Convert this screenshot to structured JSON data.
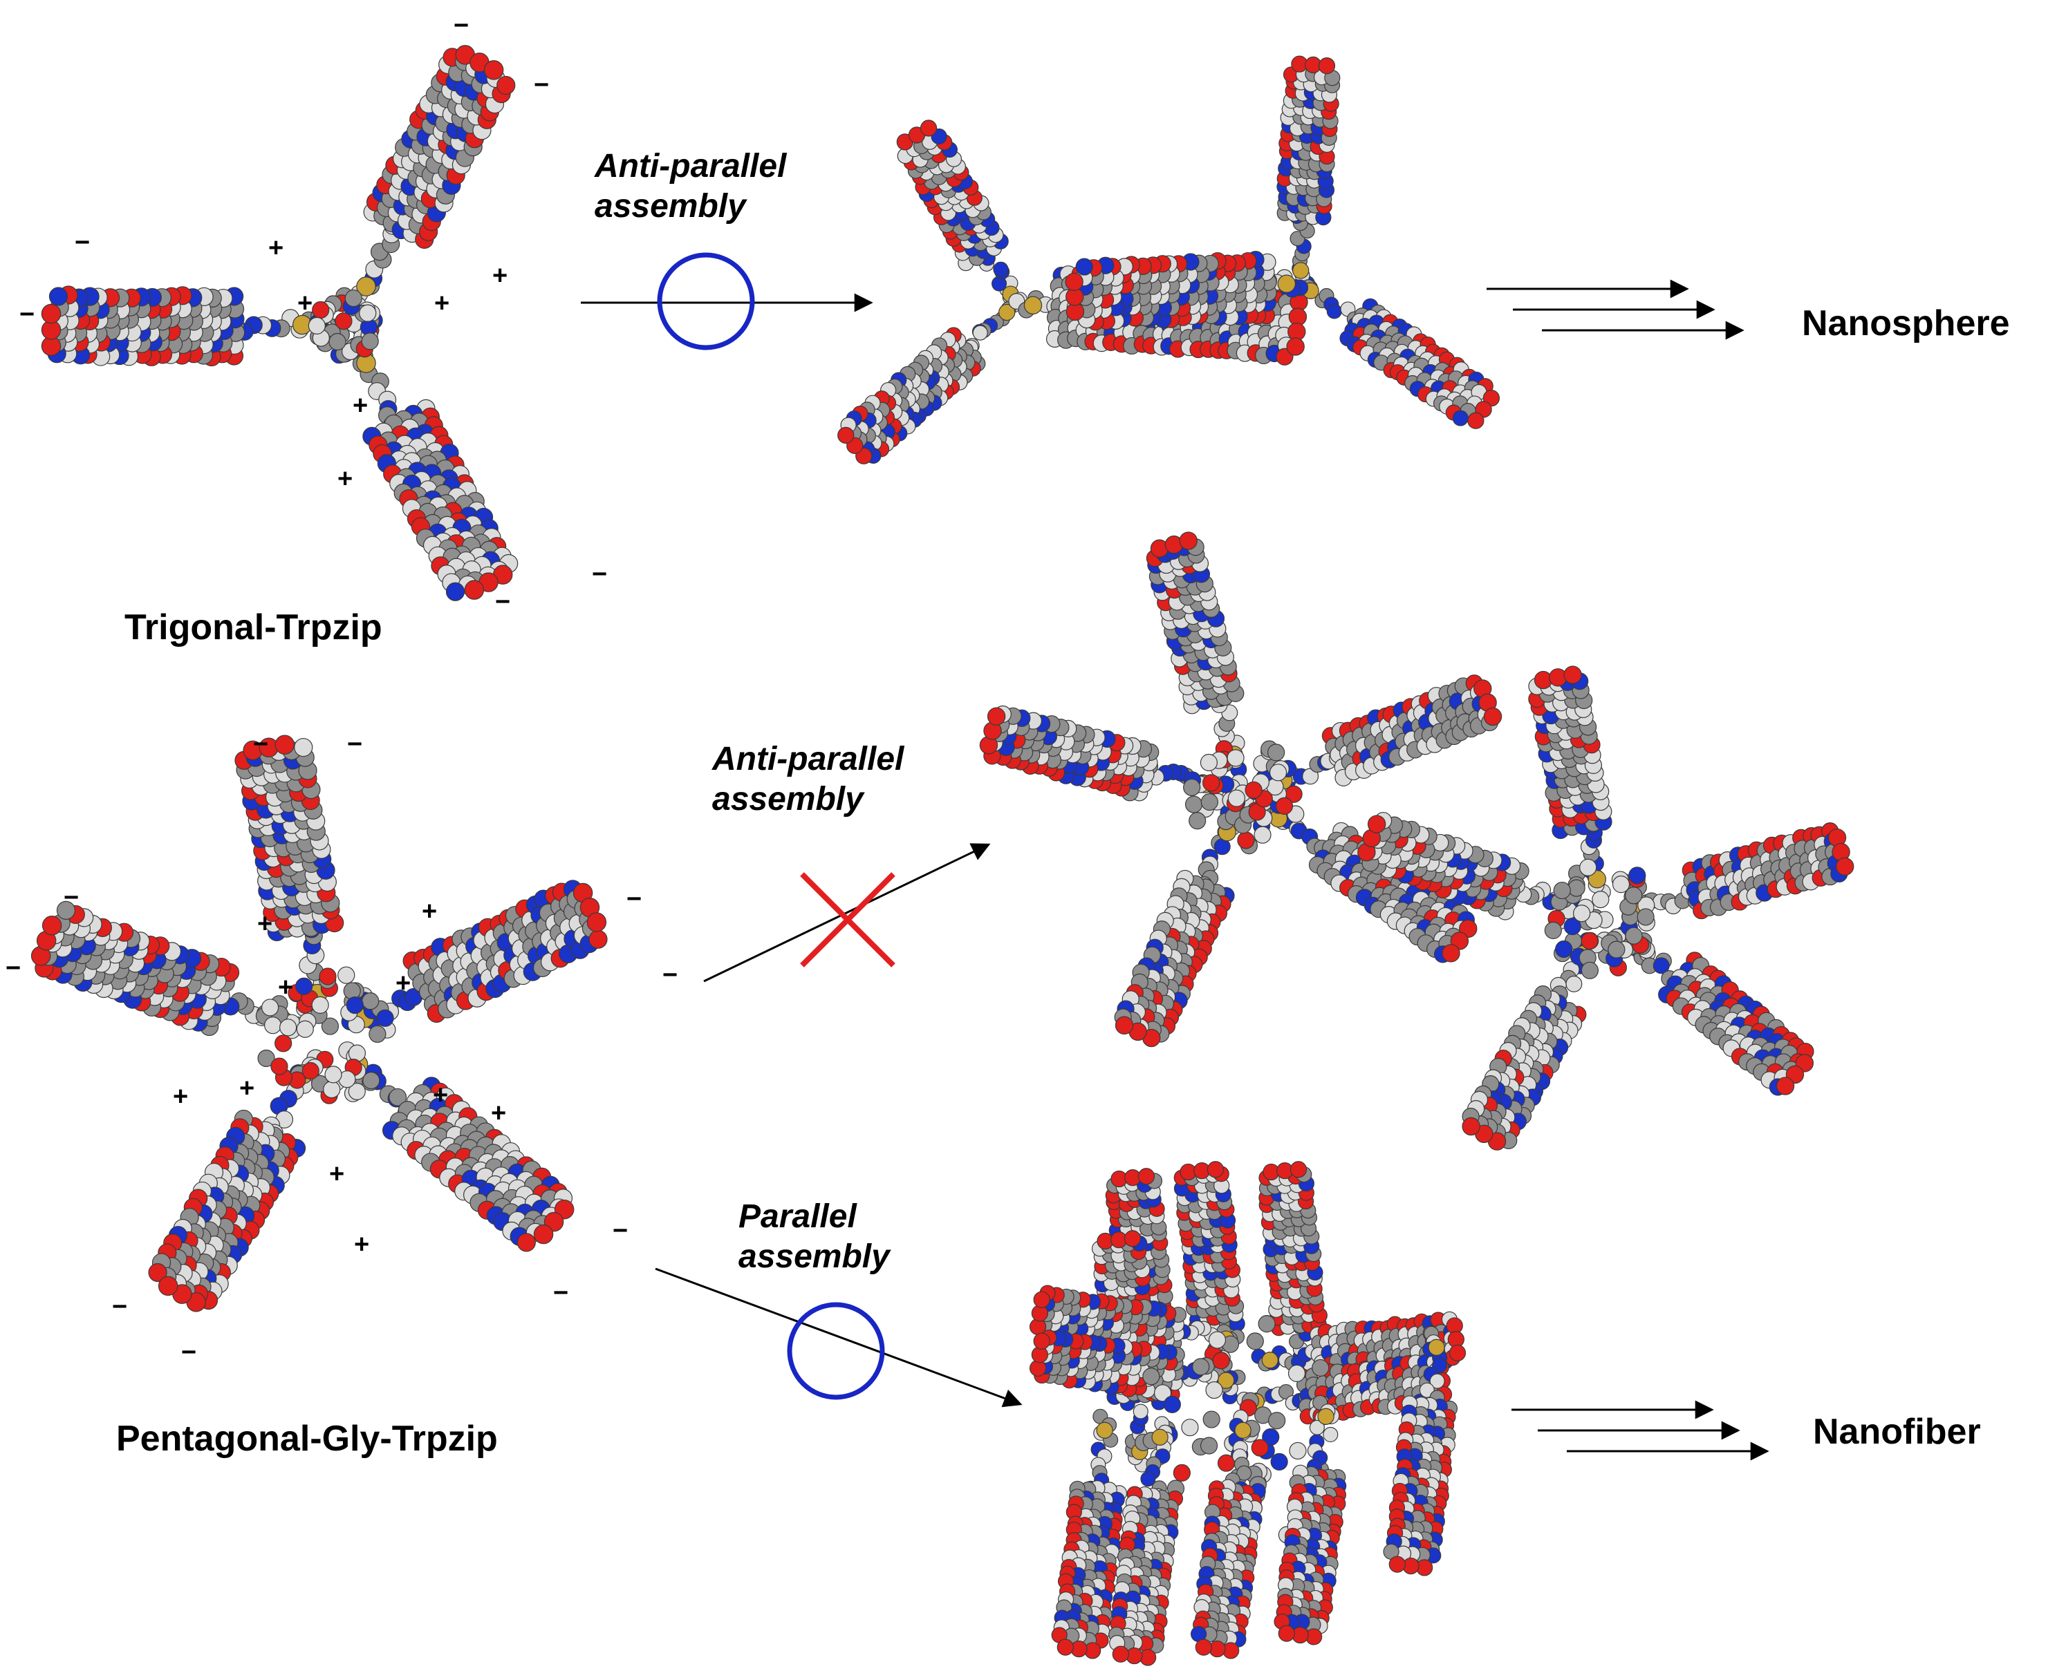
{
  "labels": {
    "trigonal": "Trigonal-Trpzip",
    "pentagonal": "Pentagonal-Gly-Trpzip",
    "nanosphere": "Nanosphere",
    "nanofiber": "Nanofiber"
  },
  "arrows": {
    "top": {
      "line1": "Anti-parallel",
      "line2": "assembly",
      "mark": "allowed"
    },
    "middle": {
      "line1": "Anti-parallel",
      "line2": "assembly",
      "mark": "forbidden"
    },
    "bottom": {
      "line1": "Parallel",
      "line2": "assembly",
      "mark": "allowed"
    }
  },
  "colors": {
    "carbon": "#8f8f8f",
    "hydrogen": "#dcdcdc",
    "oxygen": "#e0201c",
    "nitrogen": "#1a33c9",
    "sulfur": "#c9a233",
    "allowed_circle": "#1726c4",
    "forbidden_cross": "#e32020"
  },
  "charges": {
    "plus": "+",
    "minus": "−"
  }
}
